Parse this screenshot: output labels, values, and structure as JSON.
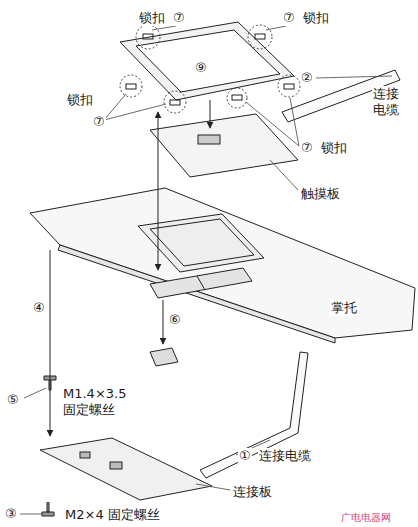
{
  "diagram": {
    "labels": [
      "锁扣",
      "⑦",
      "⑦",
      "锁扣",
      "锁扣",
      "⑦",
      "⑨",
      "②",
      "连接 电缆",
      "⑦",
      "锁扣",
      "触摸板",
      "④",
      "⑥",
      "掌托",
      "⑤",
      "M1.4×3.5 固定螺丝",
      "①",
      "连接电缆",
      "连接板",
      "③",
      "M2×4 固定螺丝",
      "广电电器网"
    ]
  }
}
